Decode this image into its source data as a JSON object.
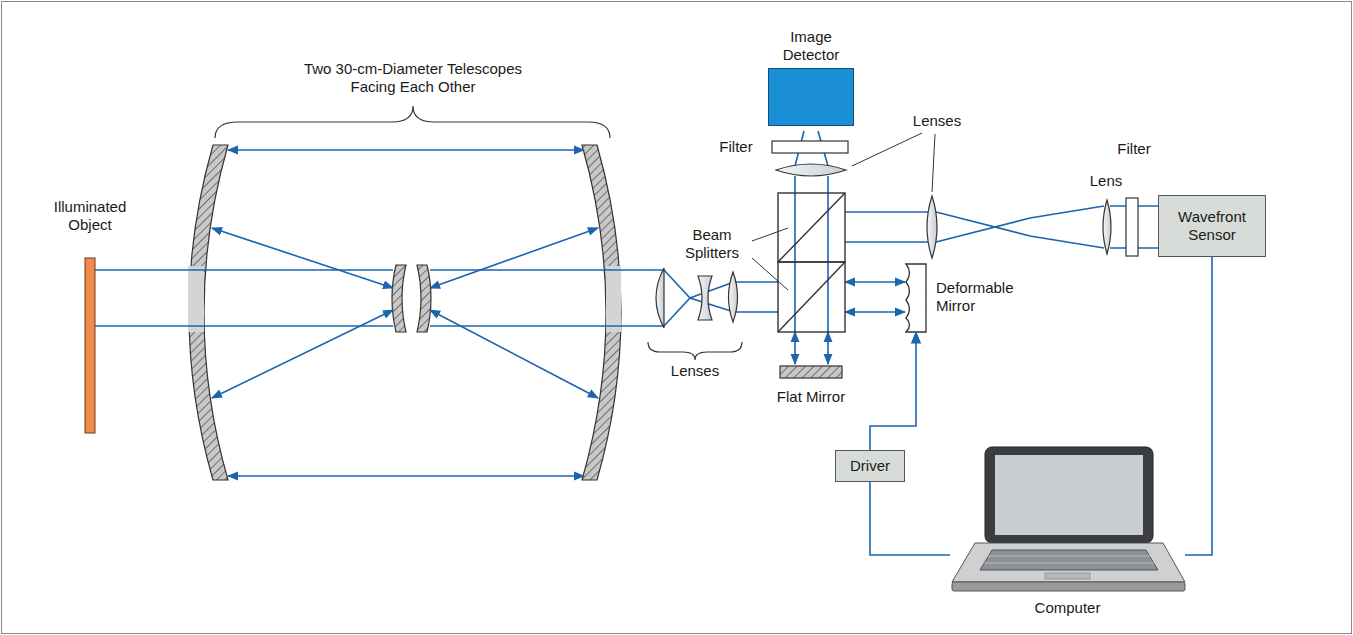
{
  "diagram": {
    "nodes": [
      {
        "text": [
          "Image Detector"
        ]
      },
      {
        "text": [
          "Wavefront Sensor"
        ]
      },
      {
        "text": [
          "Deformable Mirror"
        ]
      },
      {
        "text": [
          "Driver"
        ]
      },
      {
        "text": [
          "Computer"
        ]
      }
    ],
    "edges": [
      {
        "from": 1,
        "to": 4,
        "arrow": "none"
      },
      {
        "from": 4,
        "to": 3,
        "arrow": "none"
      },
      {
        "from": 3,
        "to": 2,
        "arrow": "to"
      }
    ],
    "labels": [
      "Two 30-cm-Diameter Telescopes Facing Each Other",
      "Illuminated Object",
      "Filter",
      "Lenses",
      "Lens",
      "Filter",
      "Beam Splitters",
      "Lenses",
      "Flat Mirror"
    ]
  }
}
